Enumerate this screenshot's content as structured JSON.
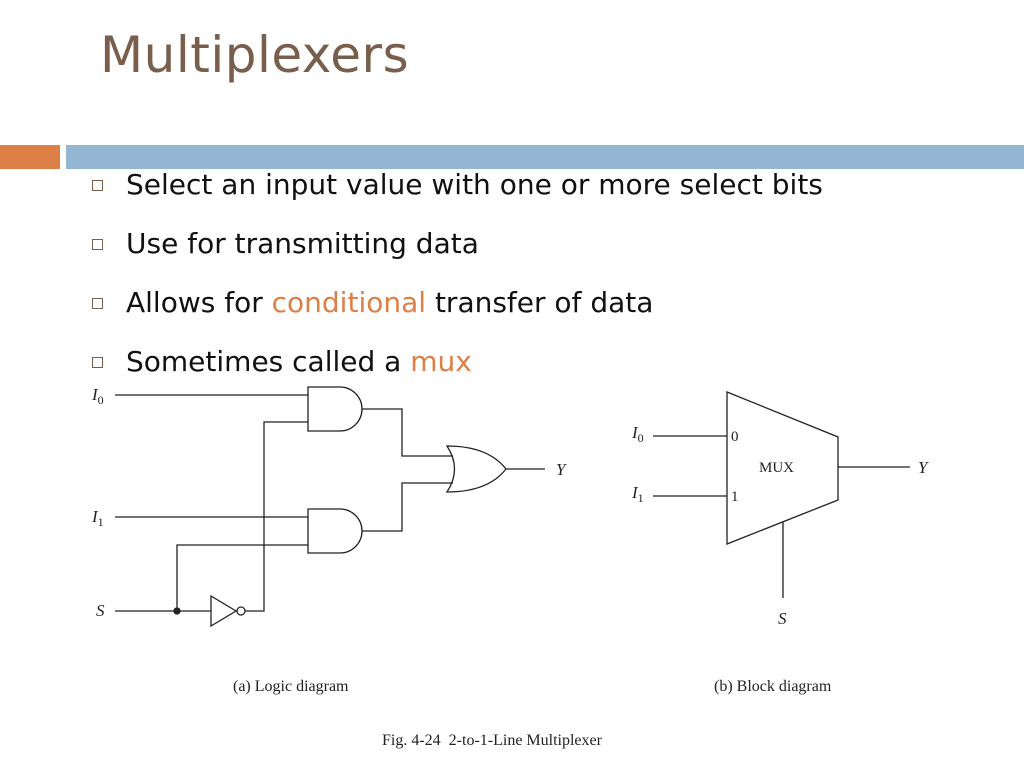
{
  "slide": {
    "title": "Multiplexers",
    "accent_color": "#dd8047",
    "bar_color": "#93b6d2",
    "bullets": [
      {
        "pre": "Select an input value with one or more select bits",
        "hl": "",
        "post": ""
      },
      {
        "pre": "Use for transmitting data",
        "hl": "",
        "post": ""
      },
      {
        "pre": "Allows for ",
        "hl": "conditional",
        "post": " transfer of data"
      },
      {
        "pre": "Sometimes called a ",
        "hl": "mux",
        "post": ""
      }
    ]
  },
  "figure": {
    "logic": {
      "i0": "I",
      "i0_sub": "0",
      "i1": "I",
      "i1_sub": "1",
      "s": "S",
      "y": "Y",
      "caption": "(a) Logic diagram"
    },
    "block": {
      "i0": "I",
      "i0_sub": "0",
      "i1": "I",
      "i1_sub": "1",
      "pin0": "0",
      "pin1": "1",
      "label": "MUX",
      "y": "Y",
      "s": "S",
      "caption": "(b) Block diagram"
    },
    "caption": "Fig. 4-24  2-to-1-Line Multiplexer"
  }
}
